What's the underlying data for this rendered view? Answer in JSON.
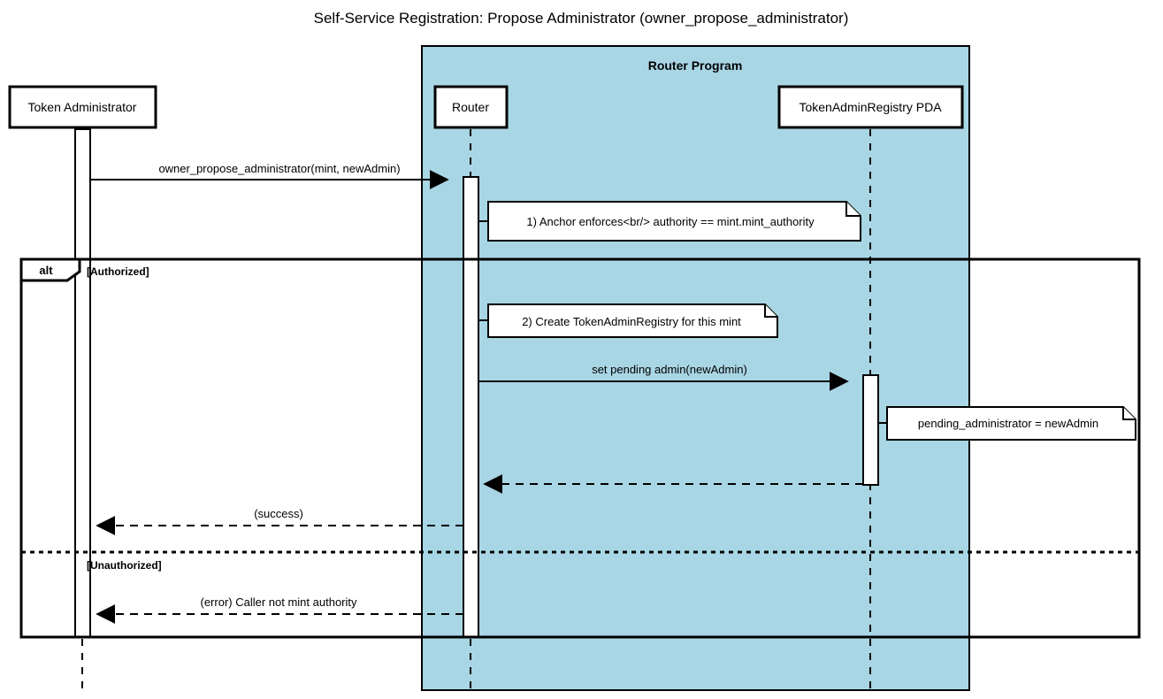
{
  "title": "Self-Service Registration: Propose Administrator (owner_propose_administrator)",
  "colors": {
    "group_fill": "#a9d6e5",
    "stroke": "#000000",
    "note_fill": "#ffffff",
    "participant_fill": "#ffffff",
    "canvas": "#ffffff"
  },
  "group": {
    "name": "router-program",
    "label": "Router Program"
  },
  "participants": [
    {
      "id": "token-administrator",
      "label": "Token Administrator"
    },
    {
      "id": "router",
      "label": "Router"
    },
    {
      "id": "token-admin-registry-pda",
      "label": "TokenAdminRegistry PDA"
    }
  ],
  "messages": [
    {
      "id": "owner-propose-administrator",
      "label": "owner_propose_administrator(mint, newAdmin)",
      "from": "token-administrator",
      "to": "router",
      "style": "solid",
      "direction": "right"
    },
    {
      "id": "set-pending-admin",
      "label": "set pending admin(newAdmin)",
      "from": "router",
      "to": "token-admin-registry-pda",
      "style": "solid",
      "direction": "right"
    },
    {
      "id": "pda-return",
      "label": "",
      "from": "token-admin-registry-pda",
      "to": "router",
      "style": "dashed",
      "direction": "left"
    },
    {
      "id": "success-reply",
      "label": "(success)",
      "from": "router",
      "to": "token-administrator",
      "style": "dashed",
      "direction": "left"
    },
    {
      "id": "error-reply",
      "label": "(error) Caller not mint authority",
      "from": "router",
      "to": "token-administrator",
      "style": "dashed",
      "direction": "left"
    }
  ],
  "notes": [
    {
      "id": "note-anchor-enforces",
      "text": "1) Anchor enforces<br/> authority == mint.mint_authority",
      "attached_to": "router"
    },
    {
      "id": "note-create-registry",
      "text": "2) Create TokenAdminRegistry for this mint",
      "attached_to": "router"
    },
    {
      "id": "note-pending-administrator",
      "text": "pending_administrator = newAdmin",
      "attached_to": "token-admin-registry-pda"
    }
  ],
  "fragment": {
    "id": "alt-fragment",
    "operator": "alt",
    "guards": [
      {
        "id": "guard-authorized",
        "label": "[Authorized]"
      },
      {
        "id": "guard-unauthorized",
        "label": "[Unauthorized]"
      }
    ]
  }
}
